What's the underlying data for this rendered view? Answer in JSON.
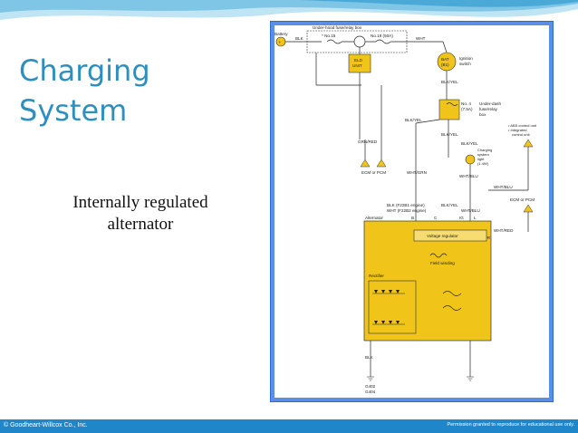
{
  "slide": {
    "title_line1": "Charging",
    "title_line2": "System",
    "subtitle_line1": "Internally regulated",
    "subtitle_line2": "alternator"
  },
  "footer": {
    "left": "© Goodheart-Willcox Co., Inc.",
    "right": "Permission granted to reproduce for educational use only."
  },
  "diagram": {
    "battery": "Battery",
    "under_hood_box": "Under-hood fuse/relay box",
    "fuse_15": "* No.15",
    "fuse_18": "No.18 (50A)",
    "blk": "BLK",
    "wht": "WHT",
    "eld_line1": "ELD",
    "eld_line2": "UNIT",
    "bat_line1": "BAT",
    "bat_line2": "(B1)",
    "ignition_line1": "Ignition",
    "ignition_line2": "switch",
    "blk_yel": "BLK/YEL",
    "no4_line1": "No. 4",
    "no4_line2": "(7.5A)",
    "under_dash_line1": "Under-dash",
    "under_dash_line2": "fuse/relay",
    "under_dash_line3": "box",
    "abs_line1": "• ABS control unit",
    "abs_line2": "• Integrated",
    "abs_line3": "control unit",
    "charging_line1": "Charging",
    "charging_line2": "system",
    "charging_line3": "light",
    "charging_line4": "(1.4W)",
    "grn_red": "GRN/RED",
    "ecm_pcm": "ECM or PCM",
    "wht_grn": "WHT/GRN",
    "wht_blu": "WHT/BLU",
    "blk_f22b1": "BLK (F22B1 engine)",
    "wht_f22b2": "WHT (F22B2 engine)",
    "alternator": "Alternator",
    "term_b": "B",
    "term_c": "C",
    "term_ig": "IG",
    "term_l": "L",
    "term_fr": "FR",
    "voltage_regulator": "Voltage regulator",
    "wht_red": "WHT/RED",
    "field_line1": "Field winding",
    "rectifier": "Rectifier",
    "g402": "G402",
    "g404": "G404"
  }
}
